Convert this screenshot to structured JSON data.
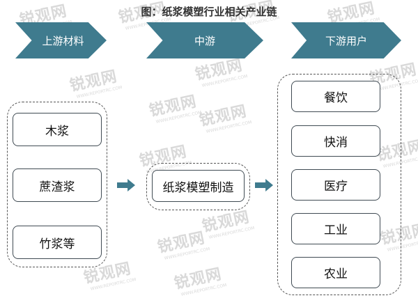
{
  "title": "图：纸浆模塑行业相关产业链",
  "stages": [
    "上游材料",
    "中游",
    "下游用户"
  ],
  "upstream": [
    "木浆",
    "蔗渣浆",
    "竹浆等"
  ],
  "midstream": [
    "纸浆模塑制造"
  ],
  "downstream": [
    "餐饮",
    "快消",
    "医疗",
    "工业",
    "农业"
  ],
  "watermark": {
    "cn": "锐观网",
    "en": "WWW.REPORTRC.COM"
  },
  "colors": {
    "stage": "#3f7b8e",
    "border": "#3f4a52",
    "watermark": "#d9d9d9"
  }
}
